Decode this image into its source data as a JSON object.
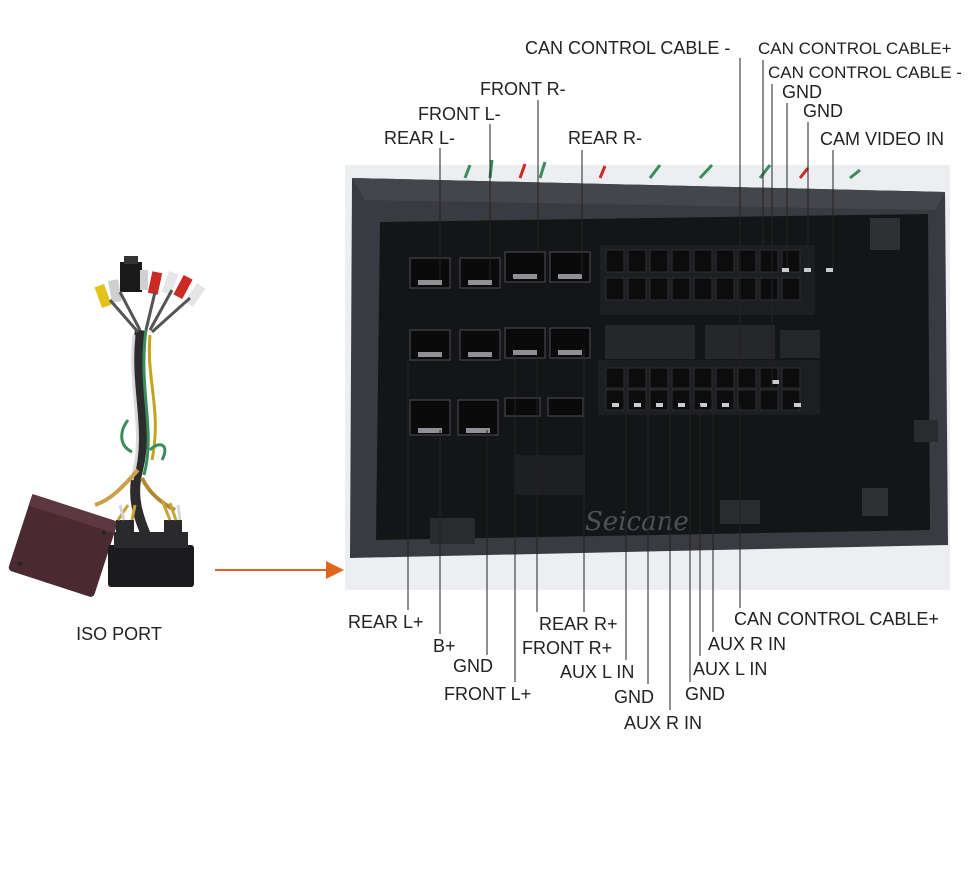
{
  "iso_port_label": "ISO PORT",
  "watermark": "Seicane",
  "colors": {
    "arrow": "#e0661e",
    "housing": "#2e2f33",
    "housing_edge": "#1d1e21",
    "socket": "#111214",
    "text": "#222222",
    "background": "#ffffff"
  },
  "top_labels": [
    {
      "id": "can-neg-1",
      "text": "CAN CONTROL CABLE -"
    },
    {
      "id": "can-pos-top",
      "text": "CAN CONTROL CABLE+"
    },
    {
      "id": "can-neg-2",
      "text": "CAN CONTROL CABLE -"
    },
    {
      "id": "gnd-top-1",
      "text": "GND"
    },
    {
      "id": "gnd-top-2",
      "text": "GND"
    },
    {
      "id": "cam-video",
      "text": "CAM VIDEO IN"
    },
    {
      "id": "front-r-neg",
      "text": "FRONT R-"
    },
    {
      "id": "front-l-neg",
      "text": "FRONT L-"
    },
    {
      "id": "rear-l-neg",
      "text": "REAR L-"
    },
    {
      "id": "rear-r-neg",
      "text": "REAR R-"
    }
  ],
  "bottom_labels": [
    {
      "id": "rear-l-pos",
      "text": "REAR L+"
    },
    {
      "id": "b-pos",
      "text": "B+"
    },
    {
      "id": "gnd-b1",
      "text": "GND"
    },
    {
      "id": "front-l-pos",
      "text": "FRONT L+"
    },
    {
      "id": "rear-r-pos",
      "text": "REAR R+"
    },
    {
      "id": "front-r-pos",
      "text": "FRONT R+"
    },
    {
      "id": "aux-l-in-1",
      "text": "AUX L IN"
    },
    {
      "id": "gnd-b2",
      "text": "GND"
    },
    {
      "id": "aux-r-in-1",
      "text": "AUX R IN"
    },
    {
      "id": "gnd-b3",
      "text": "GND"
    },
    {
      "id": "aux-l-in-2",
      "text": "AUX L IN"
    },
    {
      "id": "aux-r-in-2",
      "text": "AUX R IN"
    },
    {
      "id": "can-pos-bottom",
      "text": "CAN CONTROL CABLE+"
    }
  ]
}
